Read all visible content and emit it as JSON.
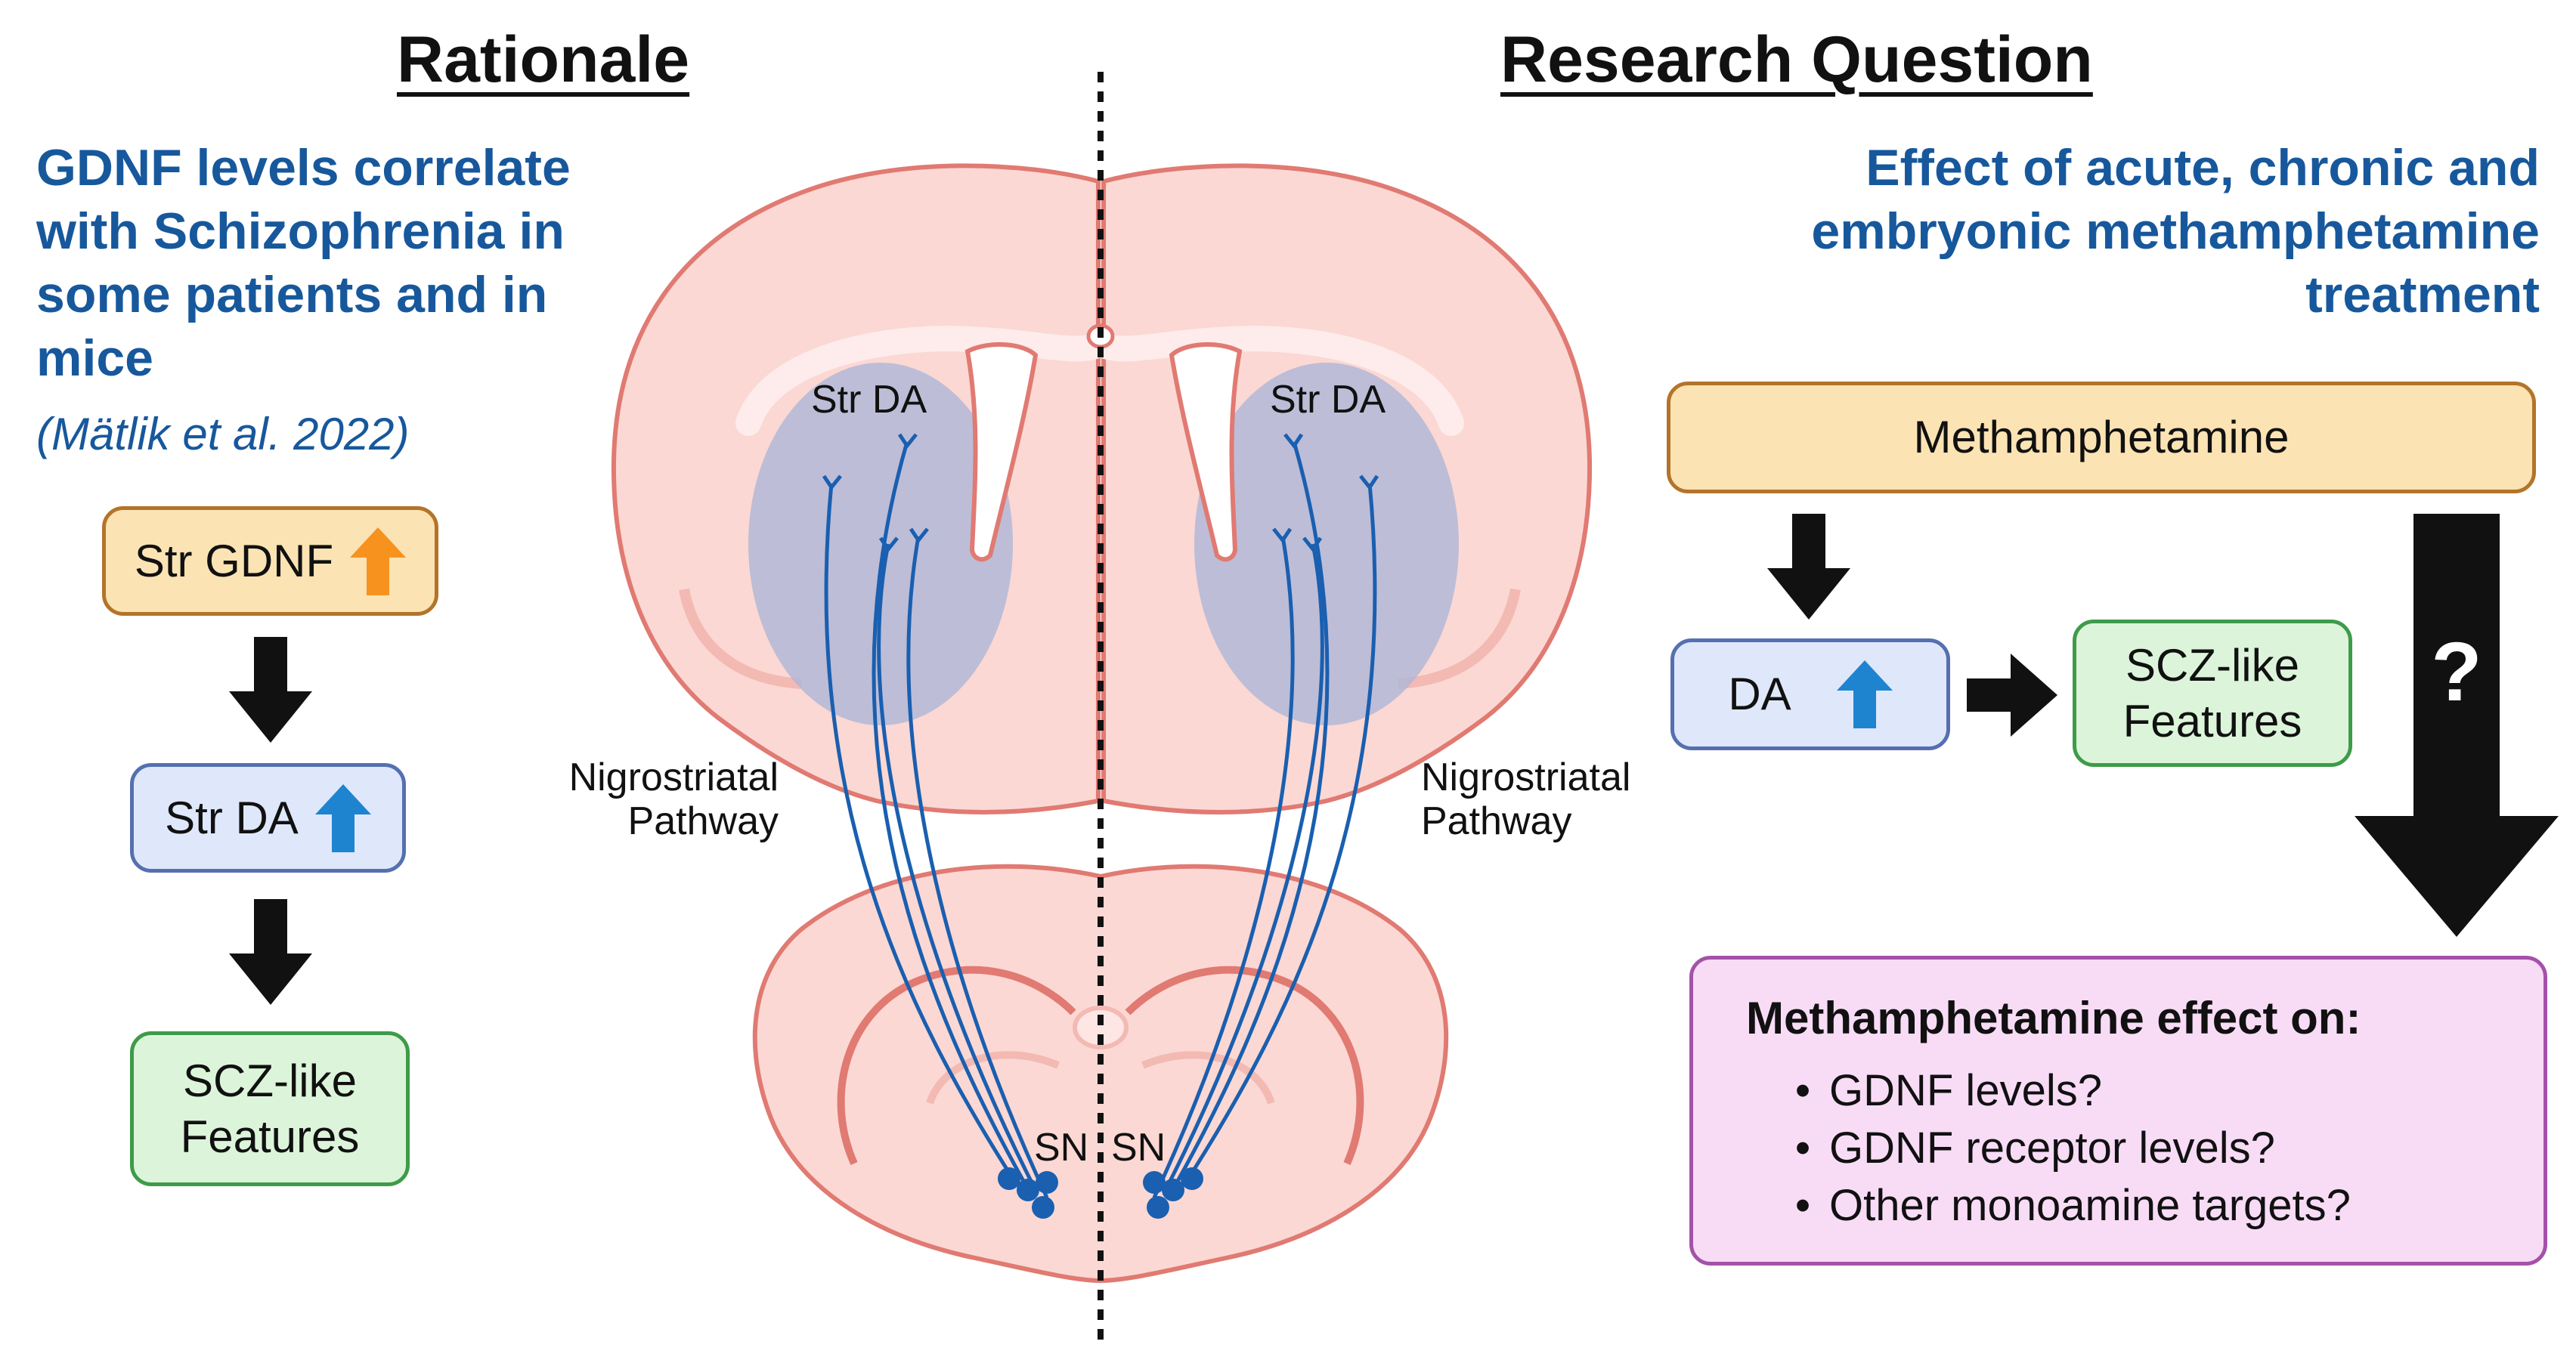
{
  "rationale": {
    "title": "Rationale",
    "heading_lines": [
      "GDNF levels correlate",
      "with Schizophrenia in",
      "some patients and in",
      "mice"
    ],
    "citation": "(Mätlik et al. 2022)",
    "flow": {
      "box1": "Str GDNF",
      "box2": "Str DA",
      "box3_lines": [
        "SCZ-like",
        "Features"
      ]
    }
  },
  "brain": {
    "str_da_left": "Str DA",
    "str_da_right": "Str DA",
    "pathway_left_lines": [
      "Nigrostriatal",
      "Pathway"
    ],
    "pathway_right_lines": [
      "Nigrostriatal",
      "Pathway"
    ],
    "sn_left": "SN",
    "sn_right": "SN"
  },
  "research": {
    "title": "Research Question",
    "heading_lines": [
      "Effect of acute, chronic and",
      "embryonic methamphetamine",
      "treatment"
    ],
    "meth_box": "Methamphetamine",
    "da_box": "DA",
    "scz_lines": [
      "SCZ-like",
      "Features"
    ],
    "question_mark": "?",
    "effect_box": {
      "title": "Methamphetamine effect on:",
      "items": [
        "GDNF levels?",
        "GDNF receptor levels?",
        "Other monoamine targets?"
      ]
    }
  },
  "colors": {
    "heading_blue": "#17589c",
    "up_arrow_orange": "#f7921e",
    "up_arrow_blue": "#1f84d0",
    "neuron_blue": "#1a5fb0",
    "brain_fill": "#fbd8d3",
    "brain_outline": "#e07a72",
    "striatum": "#aeb7d8"
  }
}
